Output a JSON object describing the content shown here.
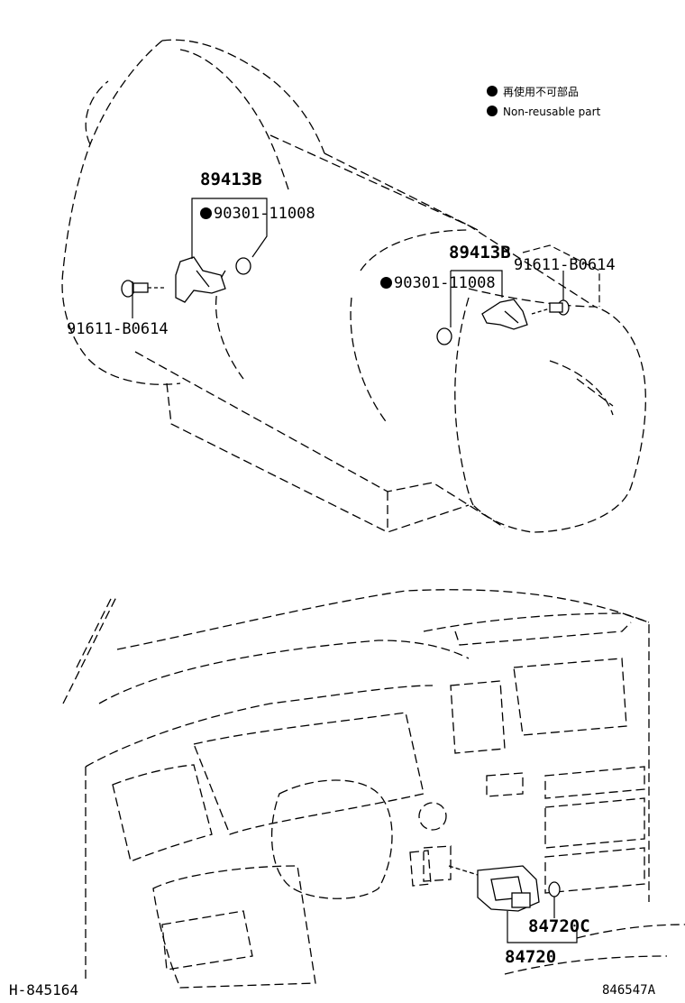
{
  "legend": {
    "line1": "再使用不可部品",
    "line2": "Non-reusable part"
  },
  "callouts": {
    "sensor_left": "89413B",
    "gasket_left": "90301-11008",
    "bolt_left": "91611-B0614",
    "sensor_right": "89413B",
    "gasket_right": "90301-11008",
    "bolt_right": "91611-B0614",
    "switch_c": "84720C",
    "switch": "84720"
  },
  "footer": {
    "left_id": "H-845164",
    "right_id": "846547A"
  }
}
